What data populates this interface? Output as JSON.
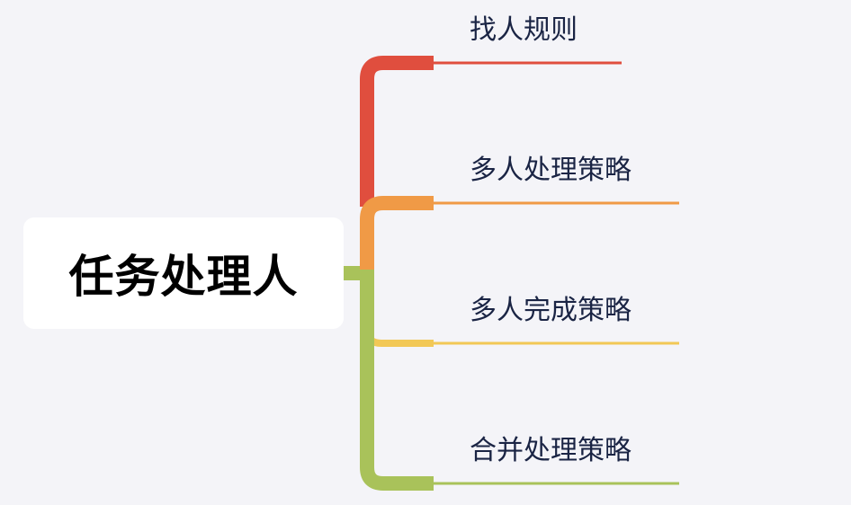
{
  "root": {
    "label": "任务处理人"
  },
  "branches": [
    {
      "label": "找人规则",
      "color": "#e04e3e"
    },
    {
      "label": "多人处理策略",
      "color": "#f09a46"
    },
    {
      "label": "多人完成策略",
      "color": "#f2c856"
    },
    {
      "label": "合并处理策略",
      "color": "#a9c25a"
    }
  ],
  "colors": {
    "background": "#f4f4f8",
    "node_fill": "#ffffff",
    "root_text": "#000000",
    "branch_text": "#1a2444"
  }
}
